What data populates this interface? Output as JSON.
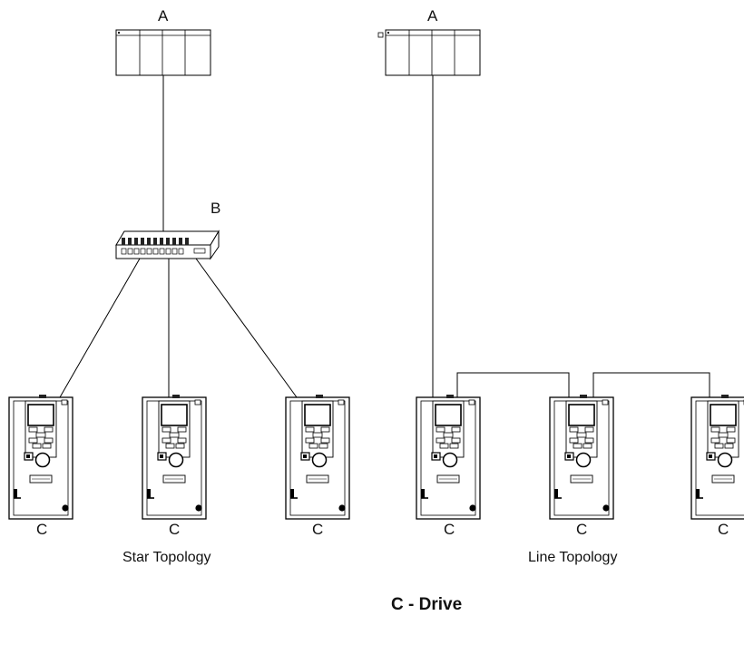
{
  "labels": {
    "controller": "A",
    "switch": "B",
    "drive": "C"
  },
  "captions": {
    "star": "Star Topology",
    "line": "Line Topology"
  },
  "legend": "C - Drive"
}
